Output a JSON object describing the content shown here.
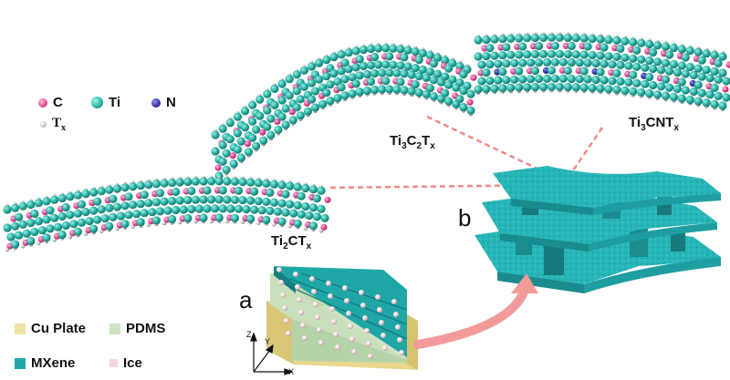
{
  "atom_legend": {
    "c": {
      "label": "C",
      "color": "#e8539b"
    },
    "ti": {
      "label": "Ti",
      "color": "#2fb5a8"
    },
    "n": {
      "label": "N",
      "color": "#3a3aa8"
    },
    "tx": {
      "label": "T",
      "sub": "x",
      "color": "#a9a9a9"
    }
  },
  "material_legend": {
    "cu_plate": {
      "label": "Cu Plate",
      "color": "#efe3a2"
    },
    "pdms": {
      "label": "PDMS",
      "color": "#cfe3c4"
    },
    "mxene": {
      "label": "MXene",
      "color": "#1fa7a7"
    },
    "ice": {
      "label": "Ice",
      "color": "#f4d7dd"
    }
  },
  "structures": {
    "ti3c2tx": {
      "parts": [
        "Ti",
        "3",
        "C",
        "2",
        "T",
        "x"
      ]
    },
    "ti3cntx": {
      "parts": [
        "Ti",
        "3",
        "CNT",
        "x"
      ]
    },
    "ti2ctx": {
      "parts": [
        "Ti",
        "2",
        "CT",
        "x"
      ]
    }
  },
  "panels": {
    "a": "a",
    "b": "b"
  },
  "axes": {
    "x": "X",
    "y": "Y",
    "z": "Z"
  },
  "colors": {
    "ti_atom": "#2fb5a8",
    "c_atom": "#e8539b",
    "n_atom": "#3a3aa8",
    "tx_atom": "#b0b0b0",
    "layer": "#25b3b5",
    "layer_dark": "#1a8b8e",
    "arrow": "#f29a9a",
    "dash": "#f08a8a"
  }
}
